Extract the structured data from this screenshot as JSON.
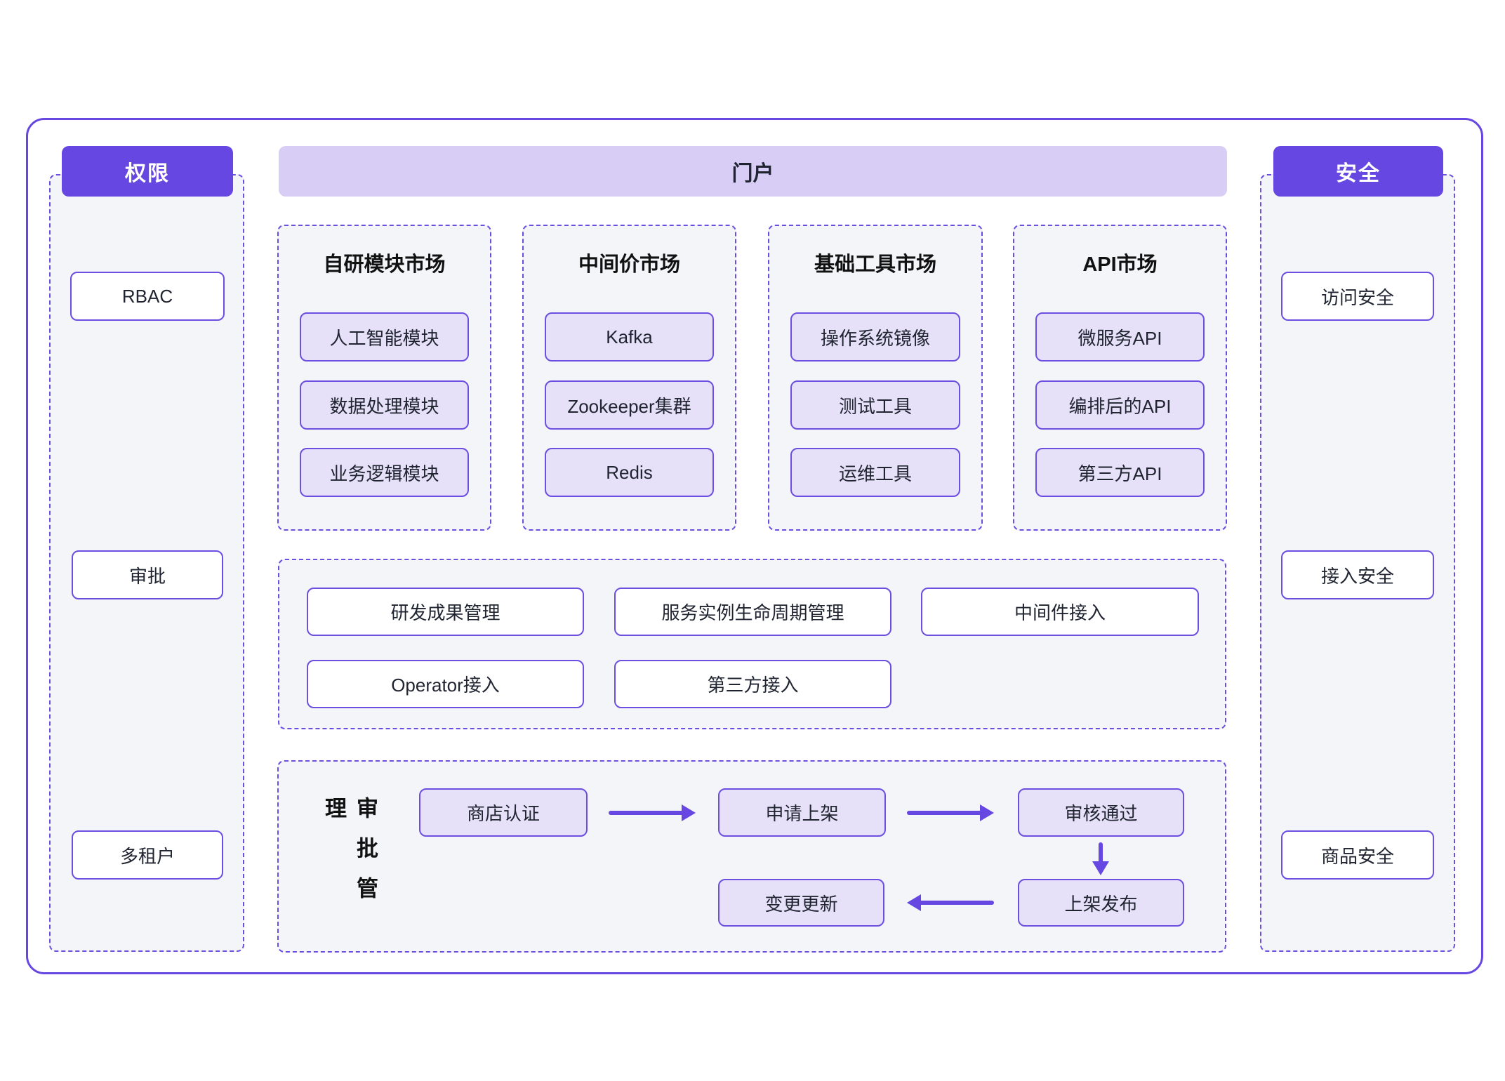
{
  "colors": {
    "accent": "#6747e1",
    "accent_border": "#6c4fe0",
    "band_bg": "#d7cdf5",
    "panel_bg": "#f4f5f9",
    "item_bg": "#e6e0f8",
    "text_dark": "#1f2430"
  },
  "left_column": {
    "header": "权限",
    "items": [
      "RBAC",
      "审批",
      "多租户"
    ]
  },
  "portal": {
    "header": "门户",
    "markets": [
      {
        "title": "自研模块市场",
        "items": [
          "人工智能模块",
          "数据处理模块",
          "业务逻辑模块"
        ]
      },
      {
        "title": "中间价市场",
        "items": [
          "Kafka",
          "Zookeeper集群",
          "Redis"
        ]
      },
      {
        "title": "基础工具市场",
        "items": [
          "操作系统镜像",
          "测试工具",
          "运维工具"
        ]
      },
      {
        "title": "API市场",
        "items": [
          "微服务API",
          "编排后的API",
          "第三方API"
        ]
      }
    ],
    "management": {
      "row1": [
        "研发成果管理",
        "服务实例生命周期管理",
        "中间件接入"
      ],
      "row2": [
        "Operator接入",
        "第三方接入"
      ]
    },
    "approval_flow": {
      "label": "审批管理",
      "steps": [
        "商店认证",
        "申请上架",
        "审核通过",
        "上架发布",
        "变更更新"
      ]
    }
  },
  "right_column": {
    "header": "安全",
    "items": [
      "访问安全",
      "接入安全",
      "商品安全"
    ]
  }
}
